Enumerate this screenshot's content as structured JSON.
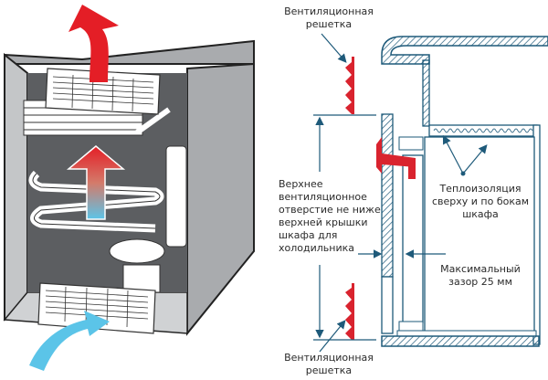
{
  "labels": {
    "top_grille": [
      "Вентиляционная",
      "решетка"
    ],
    "bottom_grille": [
      "Вентиляционная",
      "решетка"
    ],
    "upper_vent_rule": [
      "Верхнее",
      "вентиляционное",
      "отверстие не ниже",
      "верхней крышки",
      "шкафа для",
      "холодильника"
    ],
    "insulation": [
      "Теплоизоляция",
      "сверху и по бокам",
      "шкафа"
    ],
    "max_gap": [
      "Максимальный",
      "зазор 25 мм"
    ]
  },
  "colors": {
    "hot_air": "#e41e26",
    "cold_air": "#5bc4e8",
    "line_blue": "#1e5a7a",
    "fridge_gray": "#a9abae",
    "fridge_dark": "#5c5e61",
    "grille_red": "#d9232e"
  }
}
